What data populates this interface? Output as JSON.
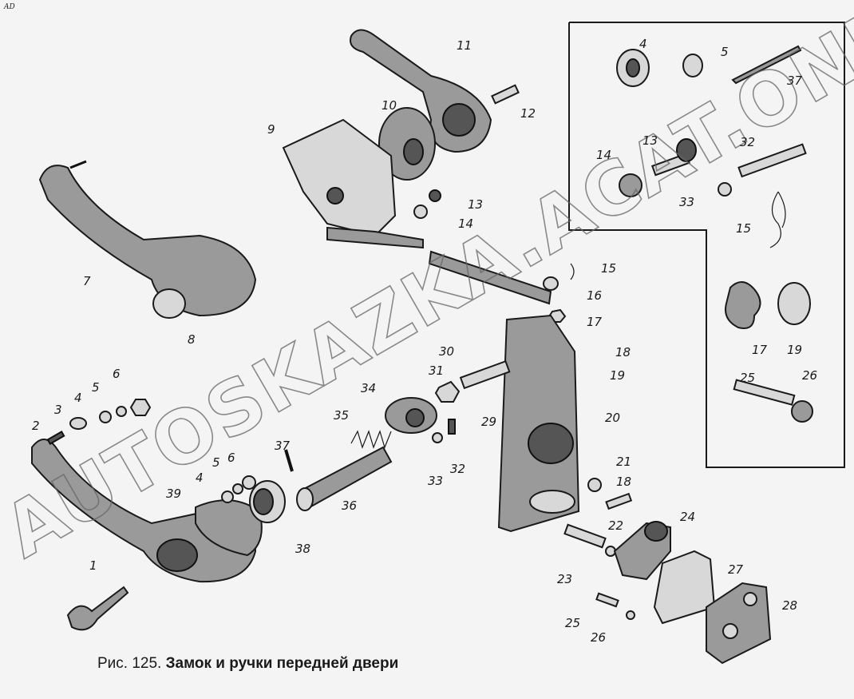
{
  "corner_mark": "AD",
  "caption": {
    "prefix": "Рис. 125.",
    "title": "Замок и ручки передней двери"
  },
  "watermark": "AUTOSKAZKA.ACAT.ONLINE",
  "labels": [
    "11",
    "12",
    "10",
    "9",
    "13",
    "14",
    "7",
    "8",
    "15",
    "16",
    "17",
    "18",
    "19",
    "30",
    "31",
    "34",
    "29",
    "20",
    "35",
    "37",
    "33",
    "32",
    "36",
    "2",
    "3",
    "4",
    "5",
    "6",
    "4",
    "5",
    "6",
    "39",
    "38",
    "1",
    "21",
    "18",
    "22",
    "24",
    "23",
    "27",
    "25",
    "26",
    "28"
  ],
  "inset_labels": [
    "4",
    "5",
    "37",
    "13",
    "14",
    "32",
    "33",
    "15",
    "17",
    "19",
    "25",
    "26"
  ]
}
